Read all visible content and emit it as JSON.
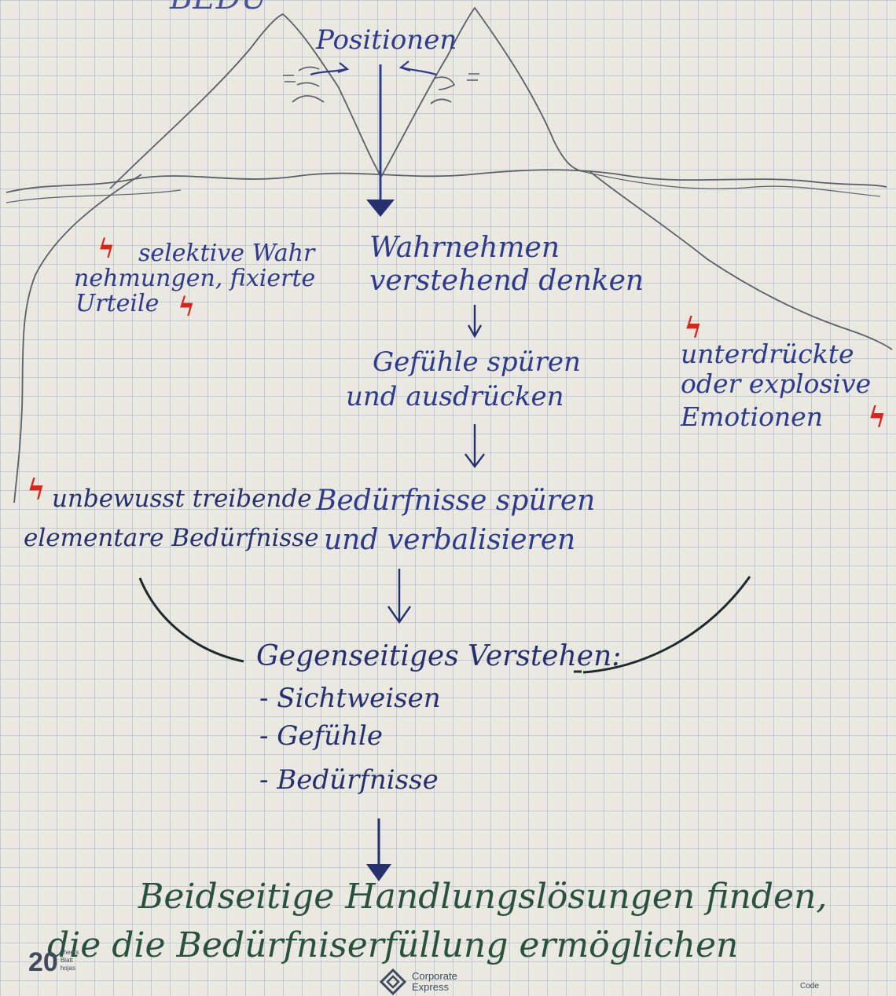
{
  "top_cutoff": "BEDÜ",
  "positionen": "Positionen",
  "wahrnehmen": [
    "Wahrnehmen",
    "verstehend denken"
  ],
  "gefuehle": [
    "Gefühle spüren",
    "und ausdrücken"
  ],
  "beduerfnisse": [
    "Bedürfnisse spüren",
    "und verbalisieren"
  ],
  "selektive": [
    "selektive Wahr",
    "nehmungen, fixierte",
    "Urteile"
  ],
  "unterdrueckte": [
    "unterdrückte",
    "oder explosive",
    "Emotionen"
  ],
  "unbewusst": [
    "unbewusst treibende",
    "elementare Bedürfnisse"
  ],
  "verstehen": {
    "title": "Gegenseitiges Verstehen:",
    "items": [
      "- Sichtweisen",
      "- Gefühle",
      "- Bedürfnisse"
    ]
  },
  "loesungen": [
    "Beidseitige Handlungslösungen finden,",
    "die die Bedürfniserfüllung ermöglichen"
  ],
  "bolt_symbol": "ϟ",
  "pad_info": {
    "count": "20",
    "unit_lines": [
      "sheets",
      "Blatt",
      "hojas"
    ]
  },
  "brand": [
    "Corporate",
    "Express"
  ],
  "code_label": "Code",
  "colors": {
    "blue": "#2e3a8c",
    "green": "#2a5140",
    "red": "#d8261c",
    "pencil": "#5c5f66"
  }
}
